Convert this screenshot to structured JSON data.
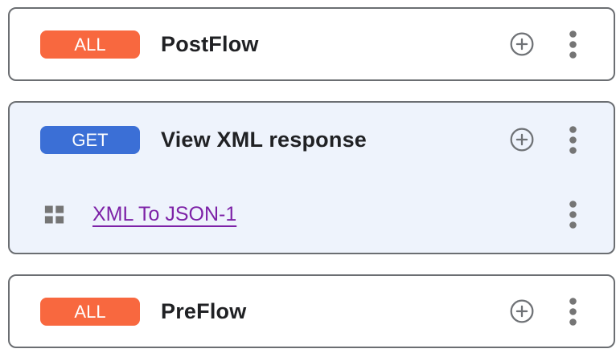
{
  "panel": {
    "name": "endpoint-flows-list"
  },
  "cards": [
    {
      "badge": {
        "label": "ALL",
        "color": "#f8683f"
      },
      "title": "PostFlow",
      "selected": false
    },
    {
      "badge": {
        "label": "GET",
        "color": "#3b6fd6"
      },
      "title": "View XML response",
      "selected": true,
      "policy": {
        "name": "XML To JSON-1",
        "color": "#7d22a7"
      }
    },
    {
      "badge": {
        "label": "ALL",
        "color": "#f8683f"
      },
      "title": "PreFlow",
      "selected": false
    }
  ],
  "colors": {
    "card_border": "#6b6e72",
    "selected_card_bg": "#eef3fc",
    "icon_gray": "#757575",
    "plus_gray": "#6f7276",
    "title_text": "#202124"
  },
  "icons": {
    "add": "plus-circle-icon",
    "more": "kebab-menu-icon",
    "policy_handle": "grid-icon"
  }
}
